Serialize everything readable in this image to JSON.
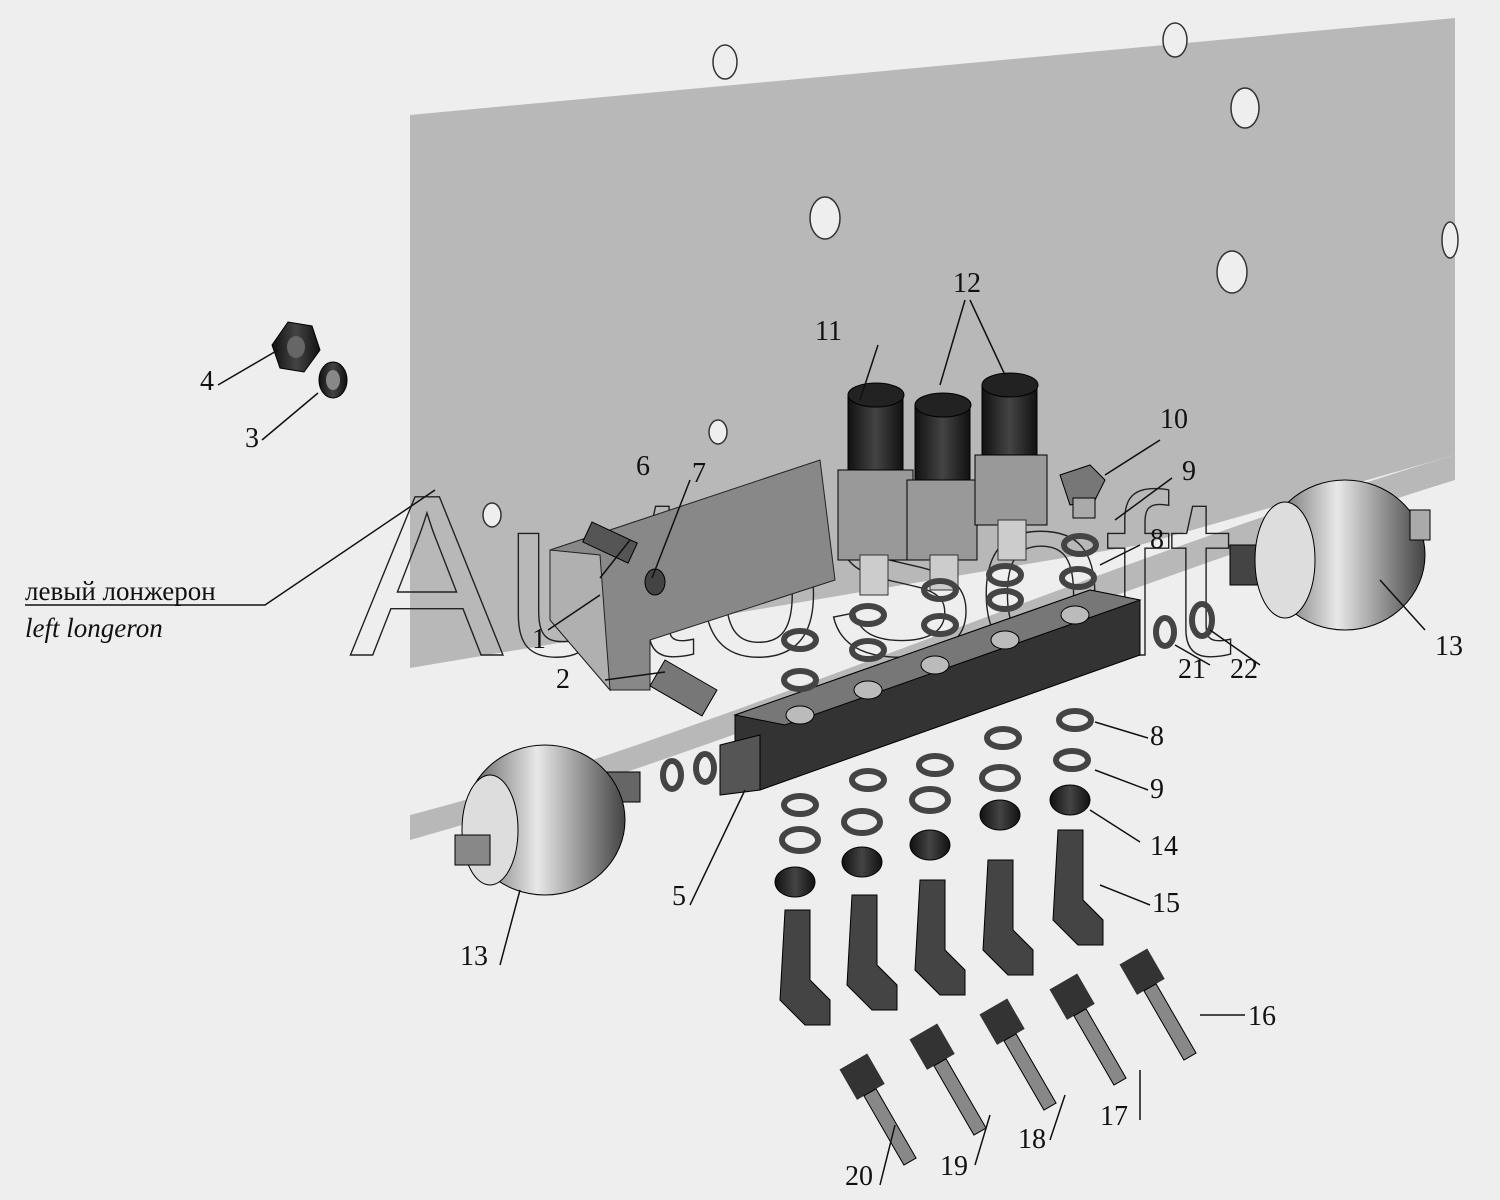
{
  "caption": {
    "ru": "левый лонжерон",
    "en": "left longeron"
  },
  "watermark": "AutoSoft",
  "callouts": [
    "1",
    "2",
    "3",
    "4",
    "5",
    "6",
    "7",
    "8",
    "8",
    "9",
    "9",
    "10",
    "11",
    "12",
    "13",
    "13",
    "14",
    "15",
    "16",
    "17",
    "18",
    "19",
    "20",
    "21",
    "22"
  ],
  "colors": {
    "background": "#eeeeee",
    "plate": "#b8b8b8",
    "part_dark": "#2a2a2a",
    "part_mid": "#8a8a8a"
  }
}
